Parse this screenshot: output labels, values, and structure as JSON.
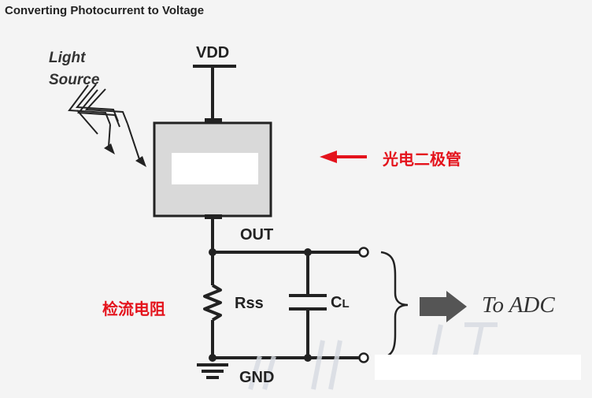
{
  "title": "Converting Photocurrent to Voltage",
  "labels": {
    "light_source_line1": "Light",
    "light_source_line2": "Source",
    "vdd": "VDD",
    "out": "OUT",
    "gnd": "GND",
    "resistor": "Rss",
    "capacitor_main": "C",
    "capacitor_sub": "L",
    "to_adc": "To ADC",
    "photodiode_cn": "光电二极管",
    "sense_resistor_cn": "检流电阻"
  },
  "colors": {
    "wire": "#222222",
    "annotation": "#e4131c",
    "box_fill": "#d6d6d6",
    "adc_arrow": "#555555"
  }
}
